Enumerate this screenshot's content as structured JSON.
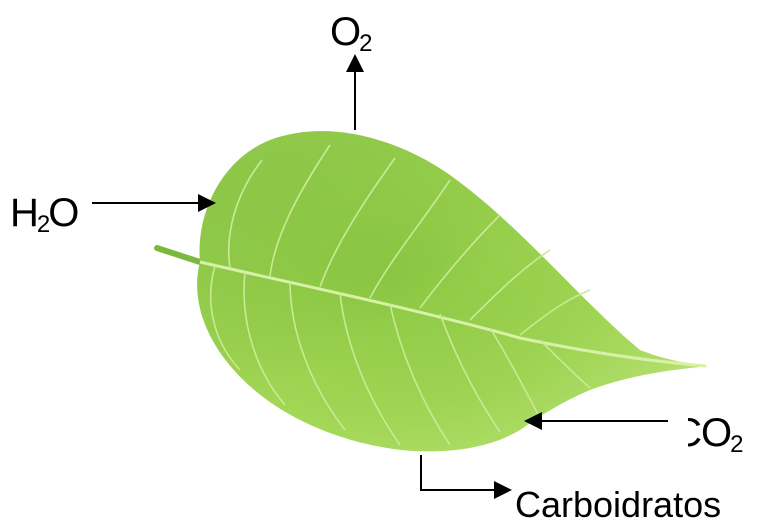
{
  "labels": {
    "o2": {
      "main": "O",
      "sub": "2"
    },
    "h2o": {
      "pre": "H",
      "sub": "2",
      "post": "O"
    },
    "co2": {
      "pre": "C",
      "main": "O",
      "sub": "2"
    },
    "carbohydrates": "Carboidratos"
  },
  "colors": {
    "leaf_light": "#a6dc5a",
    "leaf_mid": "#86c63c",
    "leaf_dark": "#5fa52a",
    "vein": "#d8f0a8",
    "arrow": "#000000"
  },
  "icons": [
    "leaf-image",
    "arrow-up",
    "arrow-right",
    "arrow-left"
  ]
}
